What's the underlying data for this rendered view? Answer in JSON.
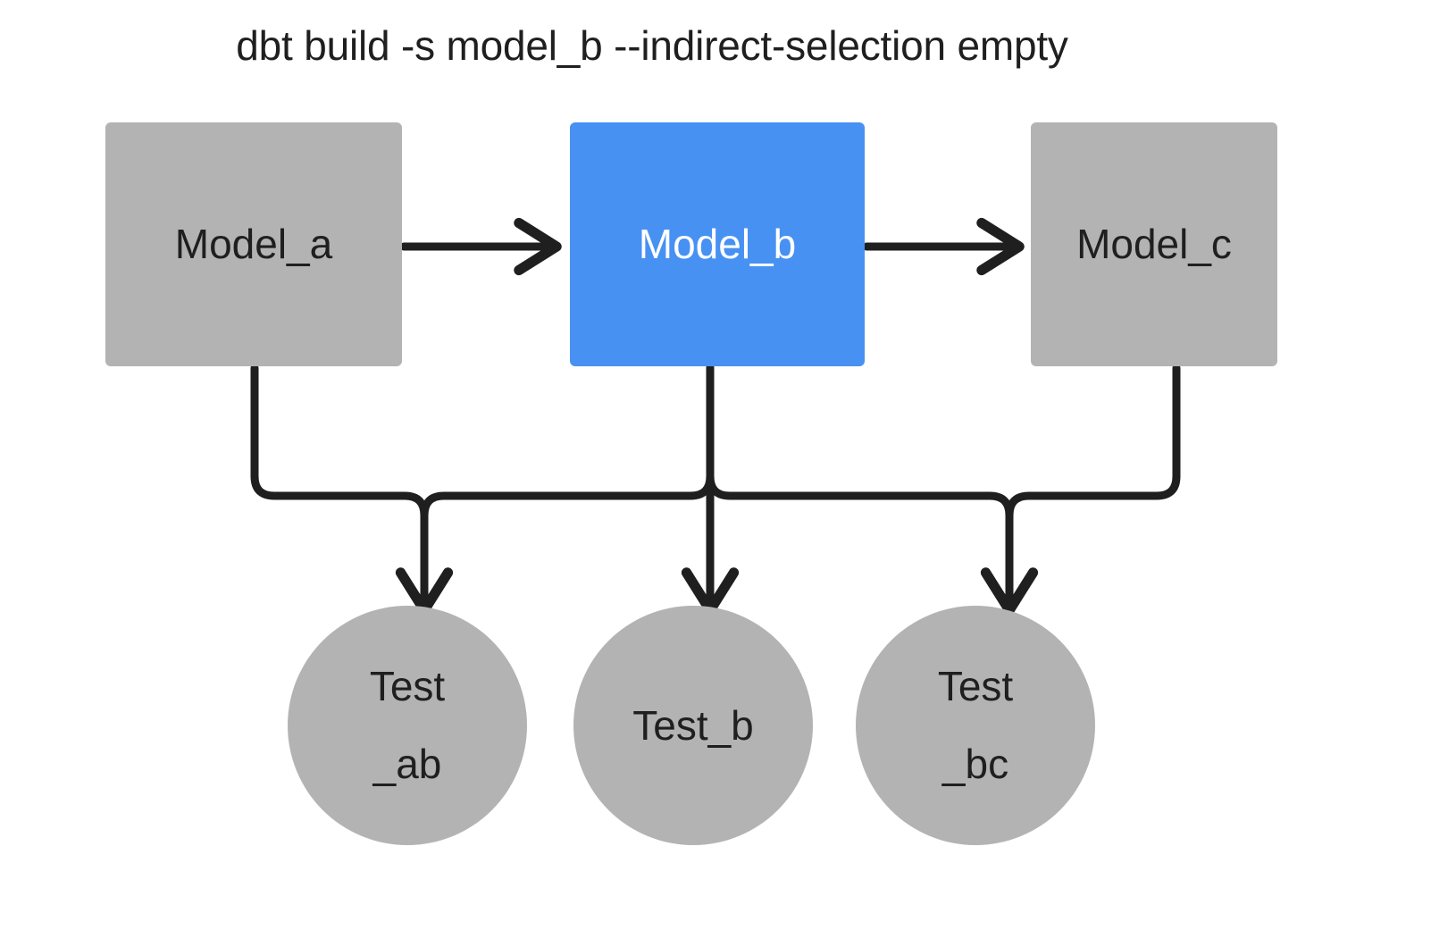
{
  "title": "dbt build -s model_b --indirect-selection empty",
  "colors": {
    "background": "#ffffff",
    "node_gray": "#b3b3b3",
    "node_selected_blue": "#4791f2",
    "edge_black": "#1f1f1f",
    "text_dark": "#1f1f1f",
    "text_light": "#ffffff"
  },
  "nodes": {
    "models": [
      {
        "id": "model_a",
        "label": "Model_a",
        "shape": "rectangle",
        "state": "unselected"
      },
      {
        "id": "model_b",
        "label": "Model_b",
        "shape": "rectangle",
        "state": "selected"
      },
      {
        "id": "model_c",
        "label": "Model_c",
        "shape": "rectangle",
        "state": "unselected"
      }
    ],
    "tests": [
      {
        "id": "test_ab",
        "label": "Test_ab",
        "line1": "Test",
        "line2": "_ab",
        "shape": "circle",
        "state": "unselected"
      },
      {
        "id": "test_b",
        "label": "Test_b",
        "line1": "Test_b",
        "line2": "",
        "shape": "circle",
        "state": "unselected"
      },
      {
        "id": "test_bc",
        "label": "Test_bc",
        "line1": "Test",
        "line2": "_bc",
        "shape": "circle",
        "state": "unselected"
      }
    ]
  },
  "edges": [
    {
      "from": "model_a",
      "to": "model_b",
      "style": "arrow-right"
    },
    {
      "from": "model_b",
      "to": "model_c",
      "style": "arrow-right"
    },
    {
      "from": "model_a",
      "to": "test_ab",
      "style": "elbow-down-arrow"
    },
    {
      "from": "model_b",
      "to": "test_ab",
      "style": "elbow-down-arrow"
    },
    {
      "from": "model_b",
      "to": "test_b",
      "style": "straight-down-arrow"
    },
    {
      "from": "model_b",
      "to": "test_bc",
      "style": "elbow-down-arrow"
    },
    {
      "from": "model_c",
      "to": "test_bc",
      "style": "elbow-down-arrow"
    }
  ]
}
